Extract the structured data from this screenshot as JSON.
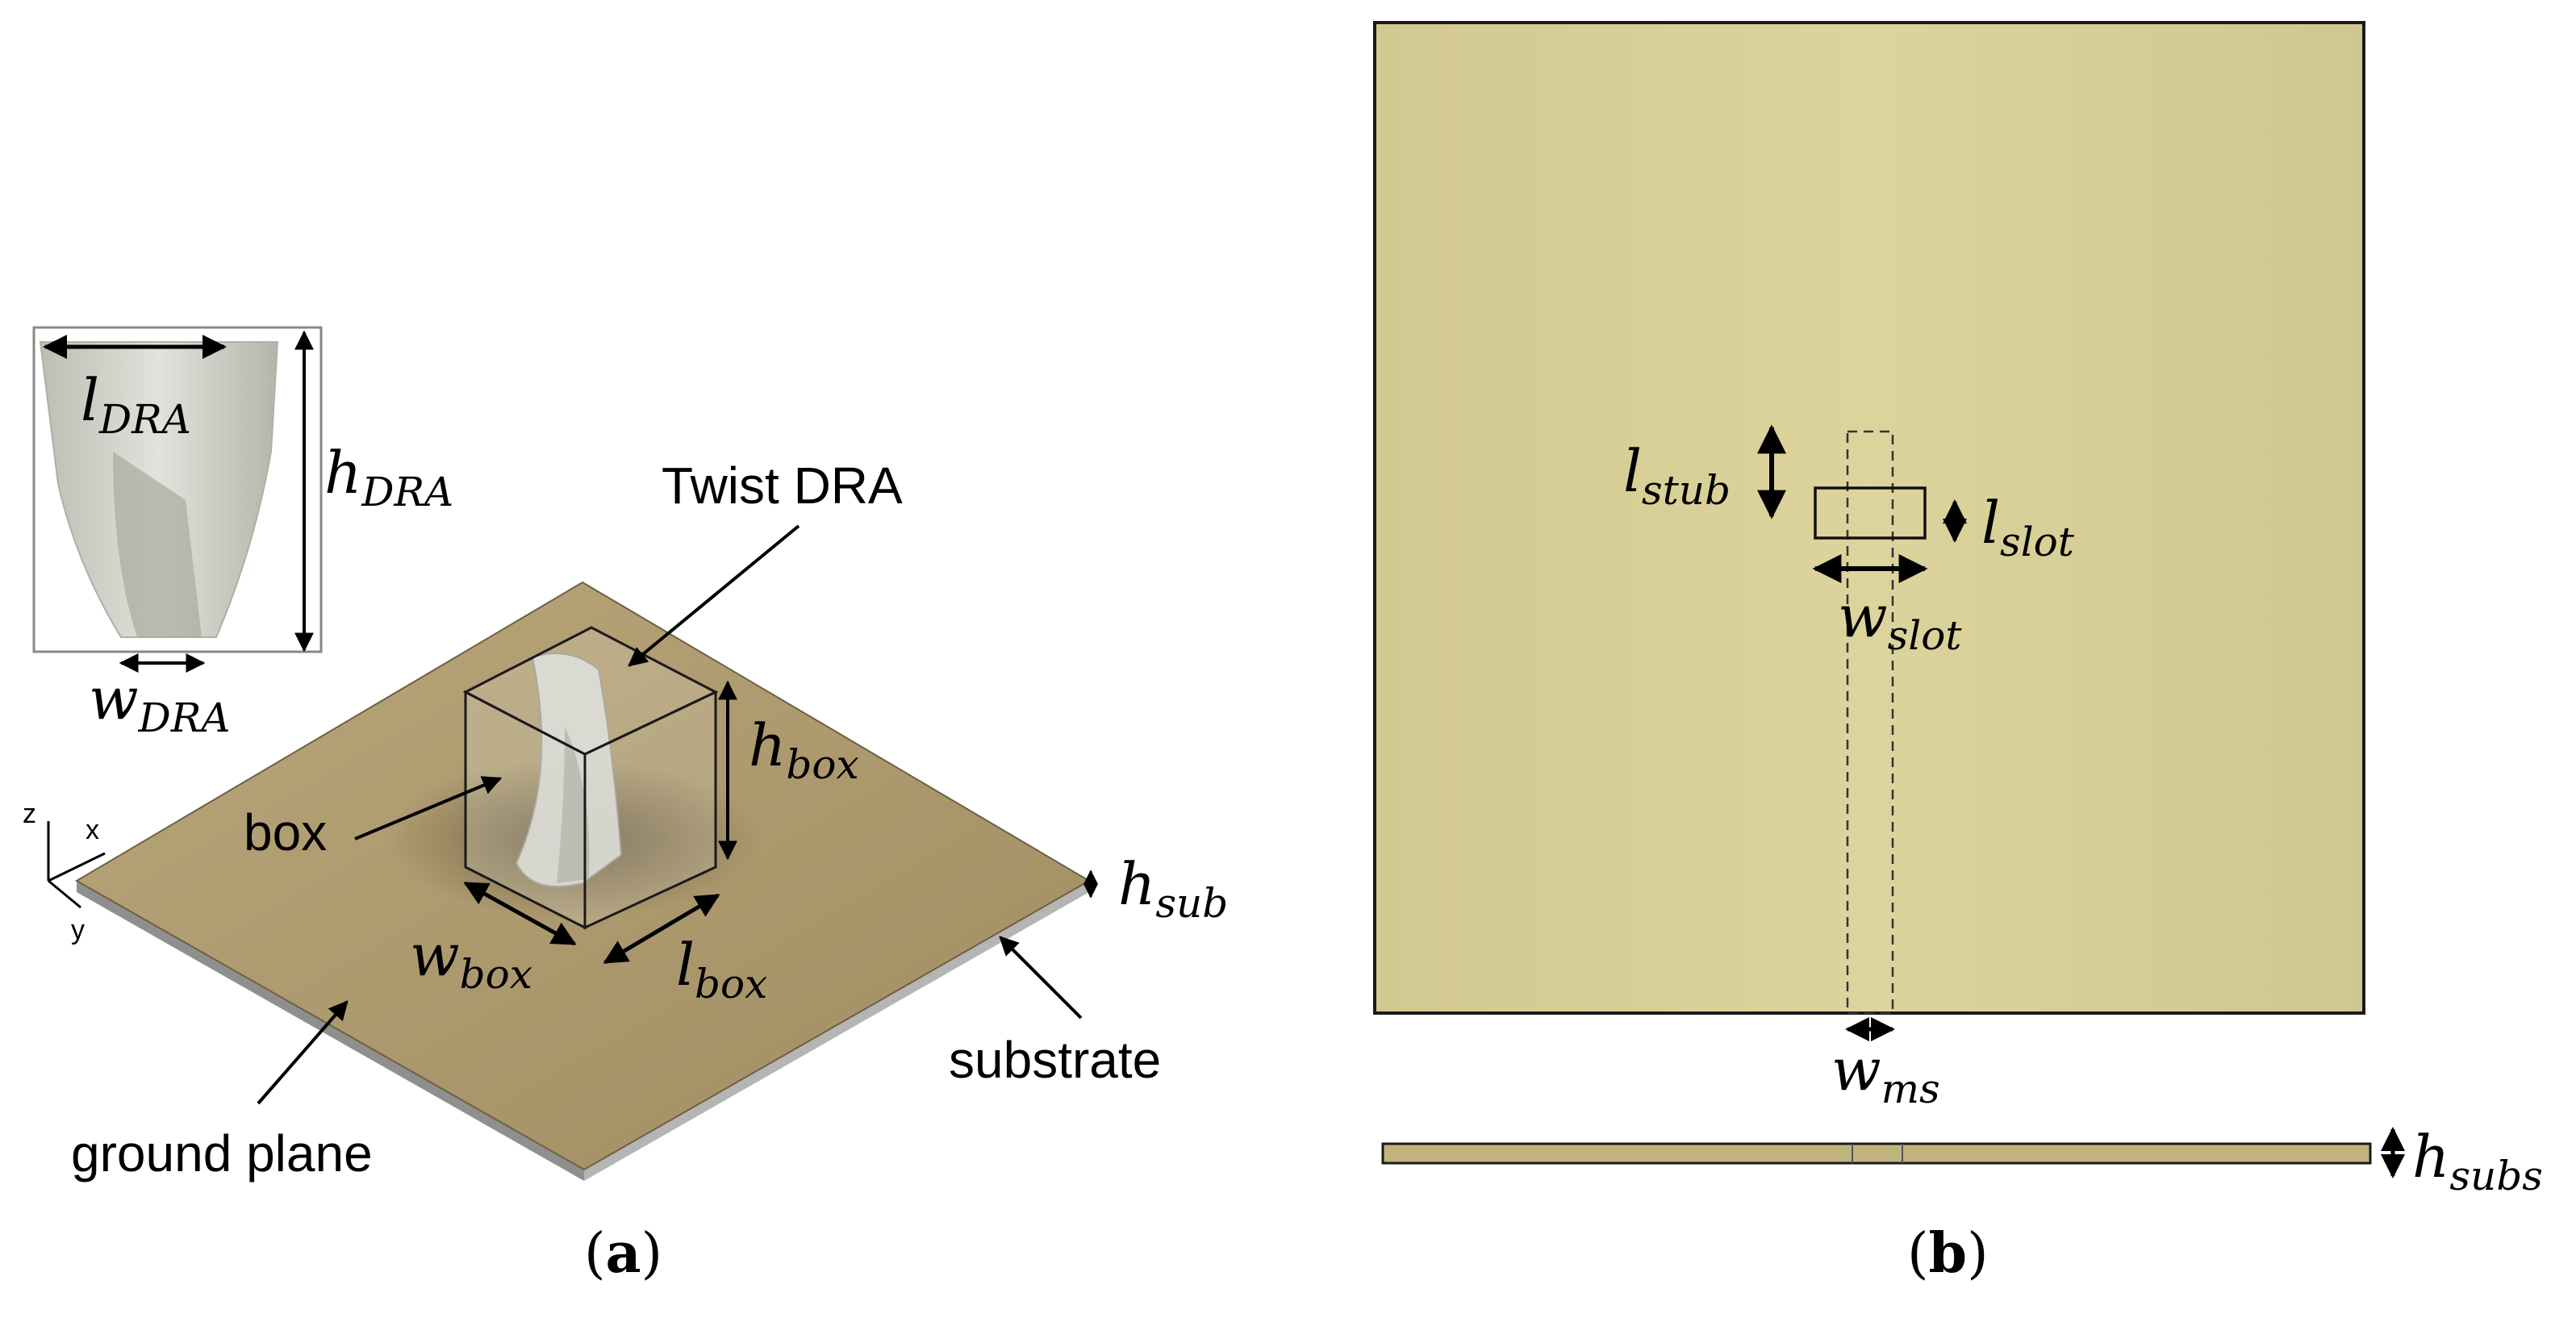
{
  "panel_a": {
    "caption_letter": "a",
    "labels": {
      "twist_dra": "Twist DRA",
      "box": "box",
      "substrate": "substrate",
      "ground_plane": "ground plane"
    },
    "axes": {
      "z": "z",
      "x": "x",
      "y": "y"
    },
    "dims": {
      "l_dra": {
        "base": "l",
        "sub": "DRA"
      },
      "h_dra": {
        "base": "h",
        "sub": "DRA"
      },
      "w_dra": {
        "base": "w",
        "sub": "DRA"
      },
      "h_box": {
        "base": "h",
        "sub": "box"
      },
      "w_box": {
        "base": "w",
        "sub": "box"
      },
      "l_box": {
        "base": "l",
        "sub": "box"
      },
      "h_sub": {
        "base": "h",
        "sub": "sub"
      }
    }
  },
  "panel_b": {
    "caption_letter": "b",
    "dims": {
      "l_stub": {
        "base": "l",
        "sub": "stub"
      },
      "l_slot": {
        "base": "l",
        "sub": "slot"
      },
      "w_slot": {
        "base": "w",
        "sub": "slot"
      },
      "w_ms": {
        "base": "w",
        "sub": "ms"
      },
      "h_subs": {
        "base": "h",
        "sub": "subs"
      }
    }
  },
  "colors": {
    "ground": "#a8956a",
    "ground_light": "#b8a57a",
    "substrate_face": "#d8cf95",
    "substrate_edge": "#c9c28c",
    "dra": "#cfd0c9",
    "outline": "#222222"
  }
}
